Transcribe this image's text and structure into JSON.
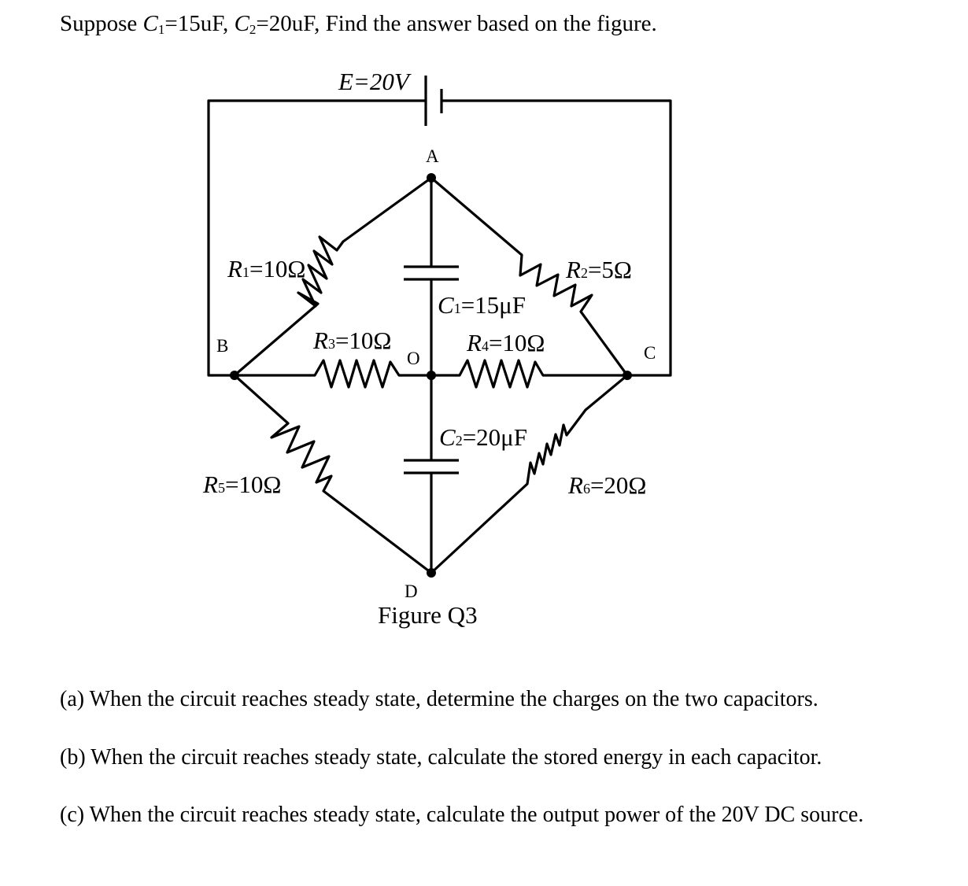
{
  "intro": {
    "prefix": "Suppose ",
    "c1_symbol": "C",
    "c1_sub": "1",
    "c1_value": "=15uF, ",
    "c2_symbol": "C",
    "c2_sub": "2",
    "c2_value": "=20uF, Find the answer based on the figure."
  },
  "figure": {
    "source_label": "E=20V",
    "node_a": "A",
    "node_b": "B",
    "node_c": "C",
    "node_d": "D",
    "node_o": "O",
    "r1": {
      "symbol": "R",
      "sub": "1",
      "value": "=10Ω"
    },
    "r2": {
      "symbol": "R",
      "sub": "2",
      "value": "=5Ω"
    },
    "r3": {
      "symbol": "R",
      "sub": "3",
      "value": "=10Ω"
    },
    "r4": {
      "symbol": "R",
      "sub": "4",
      "value": "=10Ω"
    },
    "r5": {
      "symbol": "R",
      "sub": "5",
      "value": "=10Ω"
    },
    "r6": {
      "symbol": "R",
      "sub": "6",
      "value": "=20Ω"
    },
    "c1": {
      "symbol": "C",
      "sub": "1",
      "value": "=15μF"
    },
    "c2": {
      "symbol": "C",
      "sub": "2",
      "value": "=20μF"
    },
    "caption": "Figure Q3"
  },
  "questions": {
    "a": "(a) When the circuit reaches steady state, determine the charges on the two capacitors.",
    "b": "(b) When the circuit reaches steady state, calculate the stored energy in each capacitor.",
    "c": "(c) When the circuit reaches steady state, calculate the output power of the 20V DC source."
  }
}
